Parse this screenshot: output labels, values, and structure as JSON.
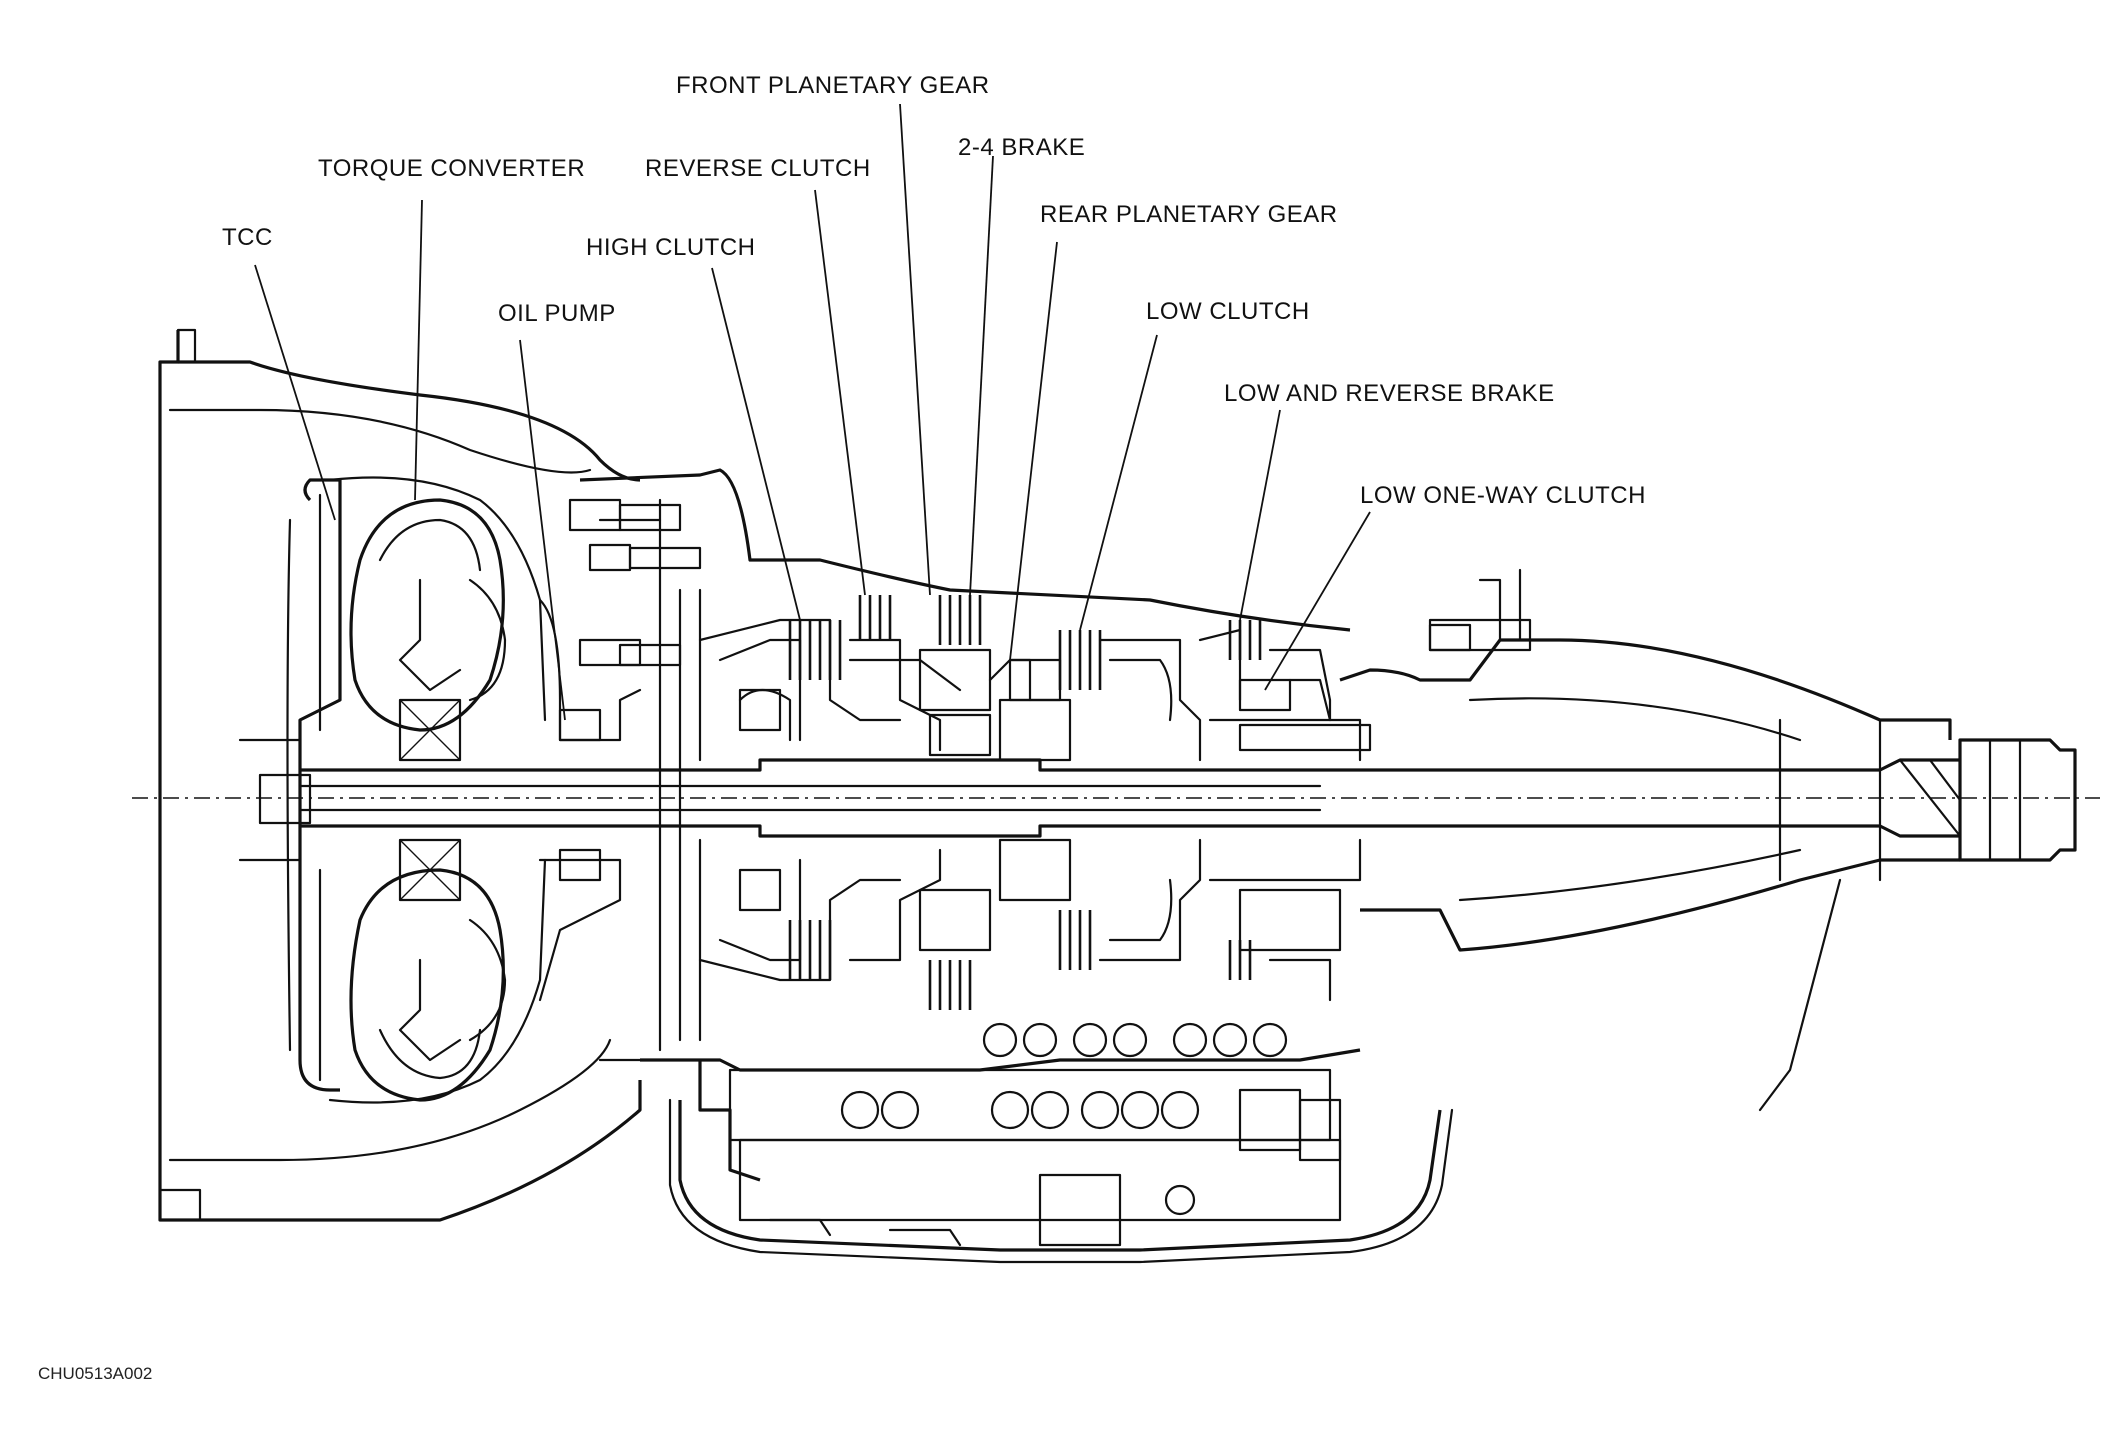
{
  "labels": {
    "front_planetary_gear": "FRONT PLANETARY GEAR",
    "torque_converter": "TORQUE CONVERTER",
    "reverse_clutch": "REVERSE CLUTCH",
    "brake_2_4": "2-4 BRAKE",
    "rear_planetary_gear": "REAR PLANETARY GEAR",
    "tcc": "TCC",
    "high_clutch": "HIGH CLUTCH",
    "oil_pump": "OIL PUMP",
    "low_clutch": "LOW CLUTCH",
    "low_and_reverse_brake": "LOW AND REVERSE BRAKE",
    "low_one_way_clutch": "LOW ONE-WAY CLUTCH"
  },
  "figure_code": "CHU0513A002"
}
